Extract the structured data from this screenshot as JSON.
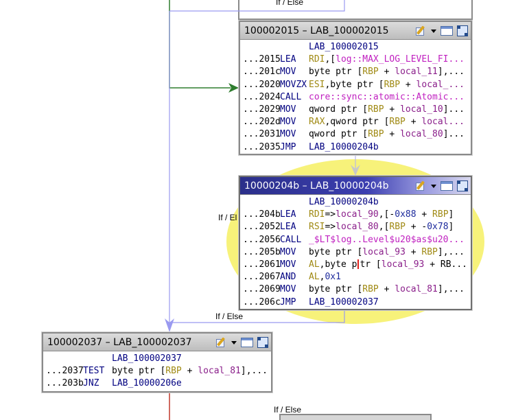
{
  "edge_labels": {
    "top": "If / Else",
    "middle": "If / El",
    "bottom": "If / Else",
    "lower": "If / Else"
  },
  "blocks": [
    {
      "id": "block-100002015",
      "title": "100002015 – LAB_100002015",
      "selected": false,
      "rows": [
        {
          "label": "LAB_100002015"
        },
        {
          "addr": "...2015",
          "mnemonic": "LEA",
          "op": [
            [
              "reg",
              "RDI"
            ],
            [
              "txt",
              ",["
            ],
            [
              "sym",
              "log::MAX_LOG_LEVEL_FI..."
            ]
          ]
        },
        {
          "addr": "...201c",
          "mnemonic": "MOV",
          "op": [
            [
              "txt",
              "byte ptr ["
            ],
            [
              "reg",
              "RBP"
            ],
            [
              "txt",
              " + "
            ],
            [
              "var",
              "local_11"
            ],
            [
              "txt",
              "],..."
            ]
          ]
        },
        {
          "addr": "...2020",
          "mnemonic": "MOVZX",
          "op": [
            [
              "reg",
              "ESI"
            ],
            [
              "txt",
              ",byte ptr ["
            ],
            [
              "reg",
              "RBP"
            ],
            [
              "txt",
              " + "
            ],
            [
              "var",
              "local_..."
            ]
          ]
        },
        {
          "addr": "...2024",
          "mnemonic": "CALL",
          "op": [
            [
              "sym",
              "core::sync::atomic::Atomic..."
            ]
          ]
        },
        {
          "addr": "...2029",
          "mnemonic": "MOV",
          "op": [
            [
              "txt",
              "qword ptr ["
            ],
            [
              "reg",
              "RBP"
            ],
            [
              "txt",
              " + "
            ],
            [
              "var",
              "local_10"
            ],
            [
              "txt",
              "]..."
            ]
          ]
        },
        {
          "addr": "...202d",
          "mnemonic": "MOV",
          "op": [
            [
              "reg",
              "RAX"
            ],
            [
              "txt",
              ",qword ptr ["
            ],
            [
              "reg",
              "RBP"
            ],
            [
              "txt",
              " + "
            ],
            [
              "var",
              "local..."
            ]
          ]
        },
        {
          "addr": "...2031",
          "mnemonic": "MOV",
          "op": [
            [
              "txt",
              "qword ptr ["
            ],
            [
              "reg",
              "RBP"
            ],
            [
              "txt",
              " + "
            ],
            [
              "var",
              "local_80"
            ],
            [
              "txt",
              "]..."
            ]
          ]
        },
        {
          "addr": "...2035",
          "mnemonic": "JMP",
          "op": [
            [
              "lab",
              "LAB_10000204b"
            ]
          ]
        }
      ]
    },
    {
      "id": "block-10000204b",
      "title": "10000204b – LAB_10000204b",
      "selected": true,
      "rows": [
        {
          "label": "LAB_10000204b"
        },
        {
          "addr": "...204b",
          "mnemonic": "LEA",
          "op": [
            [
              "reg",
              "RDI"
            ],
            [
              "txt",
              "=>"
            ],
            [
              "var",
              "local_90"
            ],
            [
              "txt",
              ",[-"
            ],
            [
              "num",
              "0x88"
            ],
            [
              "txt",
              " + "
            ],
            [
              "reg",
              "RBP"
            ],
            [
              "txt",
              "]"
            ]
          ]
        },
        {
          "addr": "...2052",
          "mnemonic": "LEA",
          "op": [
            [
              "reg",
              "RSI"
            ],
            [
              "txt",
              "=>"
            ],
            [
              "var",
              "local_80"
            ],
            [
              "txt",
              ",["
            ],
            [
              "reg",
              "RBP"
            ],
            [
              "txt",
              " + -"
            ],
            [
              "num",
              "0x78"
            ],
            [
              "txt",
              "]"
            ]
          ]
        },
        {
          "addr": "...2056",
          "mnemonic": "CALL",
          "op": [
            [
              "sym",
              "_$LT$log..Level$u20$as$u20..."
            ]
          ]
        },
        {
          "addr": "...205b",
          "mnemonic": "MOV",
          "op": [
            [
              "txt",
              "byte ptr ["
            ],
            [
              "var",
              "local_93"
            ],
            [
              "txt",
              " + "
            ],
            [
              "reg",
              "RBP"
            ],
            [
              "txt",
              "],..."
            ]
          ]
        },
        {
          "addr": "...2061",
          "mnemonic": "MOV",
          "op": [
            [
              "reg",
              "AL"
            ],
            [
              "txt",
              ",byte p"
            ],
            [
              "cursor",
              ""
            ],
            [
              "txt",
              "tr ["
            ],
            [
              "var",
              "local_93"
            ],
            [
              "txt",
              " + RB..."
            ]
          ]
        },
        {
          "addr": "...2067",
          "mnemonic": "AND",
          "op": [
            [
              "reg",
              "AL"
            ],
            [
              "txt",
              ","
            ],
            [
              "num",
              "0x1"
            ]
          ]
        },
        {
          "addr": "...2069",
          "mnemonic": "MOV",
          "op": [
            [
              "txt",
              "byte ptr ["
            ],
            [
              "reg",
              "RBP"
            ],
            [
              "txt",
              " + "
            ],
            [
              "var",
              "local_81"
            ],
            [
              "txt",
              "],..."
            ]
          ]
        },
        {
          "addr": "...206c",
          "mnemonic": "JMP",
          "op": [
            [
              "lab",
              "LAB_100002037"
            ]
          ]
        }
      ]
    },
    {
      "id": "block-100002037",
      "title": "100002037 – LAB_100002037",
      "selected": false,
      "rows": [
        {
          "label": "LAB_100002037"
        },
        {
          "addr": "...2037",
          "mnemonic": "TEST",
          "op": [
            [
              "txt",
              "byte ptr ["
            ],
            [
              "reg",
              "RBP"
            ],
            [
              "txt",
              " + "
            ],
            [
              "var",
              "local_81"
            ],
            [
              "txt",
              "],..."
            ]
          ]
        },
        {
          "addr": "...203b",
          "mnemonic": "JNZ",
          "op": [
            [
              "lab",
              "LAB_10000206e"
            ]
          ]
        }
      ]
    }
  ],
  "colors": {
    "edge_true": "#2e7d2e",
    "edge_fall": "#9a9af0",
    "edge_false": "#c0392b",
    "highlight": "#f7f27a",
    "selected_header": "#2b2f8a"
  }
}
